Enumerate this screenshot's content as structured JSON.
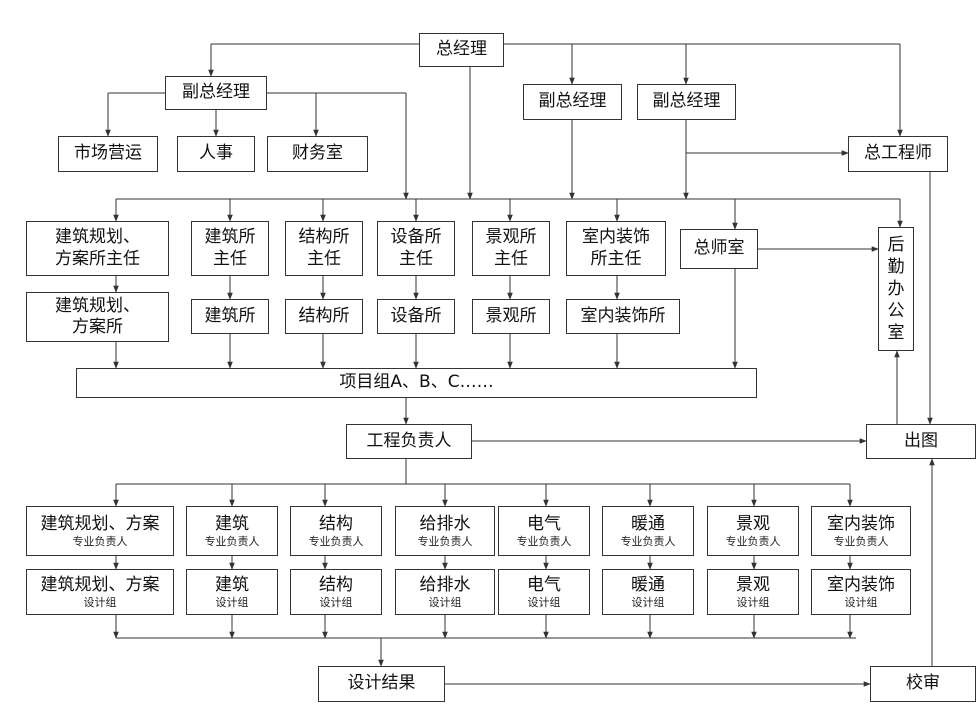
{
  "nodes": {
    "gm": "总经理",
    "vp1": "副总经理",
    "vp2": "副总经理",
    "vp3": "副总经理",
    "market": "市场营运",
    "hr": "人事",
    "finance": "财务室",
    "chief_eng": "总工程师",
    "arch_plan_head": [
      "建筑规划、",
      "方案所主任"
    ],
    "arch_head": [
      "建筑所",
      "主任"
    ],
    "struct_head": [
      "结构所",
      "主任"
    ],
    "equip_head": [
      "设备所",
      "主任"
    ],
    "land_head": [
      "景观所",
      "主任"
    ],
    "interior_head": [
      "室内装饰",
      "所主任"
    ],
    "chief_arch_office": "总师室",
    "logistics": [
      "后",
      "勤",
      "办",
      "公",
      "室"
    ],
    "arch_plan_dept": [
      "建筑规划、",
      "方案所"
    ],
    "arch_dept": "建筑所",
    "struct_dept": "结构所",
    "equip_dept": "设备所",
    "land_dept": "景观所",
    "interior_dept": "室内装饰所",
    "project_groups": "项目组A、B、C……",
    "project_lead": "工程负责人",
    "drawing_output": "出图",
    "design_result": "设计结果",
    "review": "校审"
  },
  "specialty_leads": [
    {
      "title": "建筑规划、方案",
      "sub": "专业负责人"
    },
    {
      "title": "建筑",
      "sub": "专业负责人"
    },
    {
      "title": "结构",
      "sub": "专业负责人"
    },
    {
      "title": "给排水",
      "sub": "专业负责人"
    },
    {
      "title": "电气",
      "sub": "专业负责人"
    },
    {
      "title": "暖通",
      "sub": "专业负责人"
    },
    {
      "title": "景观",
      "sub": "专业负责人"
    },
    {
      "title": "室内装饰",
      "sub": "专业负责人"
    }
  ],
  "design_groups": [
    {
      "title": "建筑规划、方案",
      "sub": "设计组"
    },
    {
      "title": "建筑",
      "sub": "设计组"
    },
    {
      "title": "结构",
      "sub": "设计组"
    },
    {
      "title": "给排水",
      "sub": "设计组"
    },
    {
      "title": "电气",
      "sub": "设计组"
    },
    {
      "title": "暖通",
      "sub": "设计组"
    },
    {
      "title": "景观",
      "sub": "设计组"
    },
    {
      "title": "室内装饰",
      "sub": "设计组"
    }
  ],
  "colors": {
    "line": "#333333",
    "box_border": "#333333",
    "text": "#111111"
  }
}
